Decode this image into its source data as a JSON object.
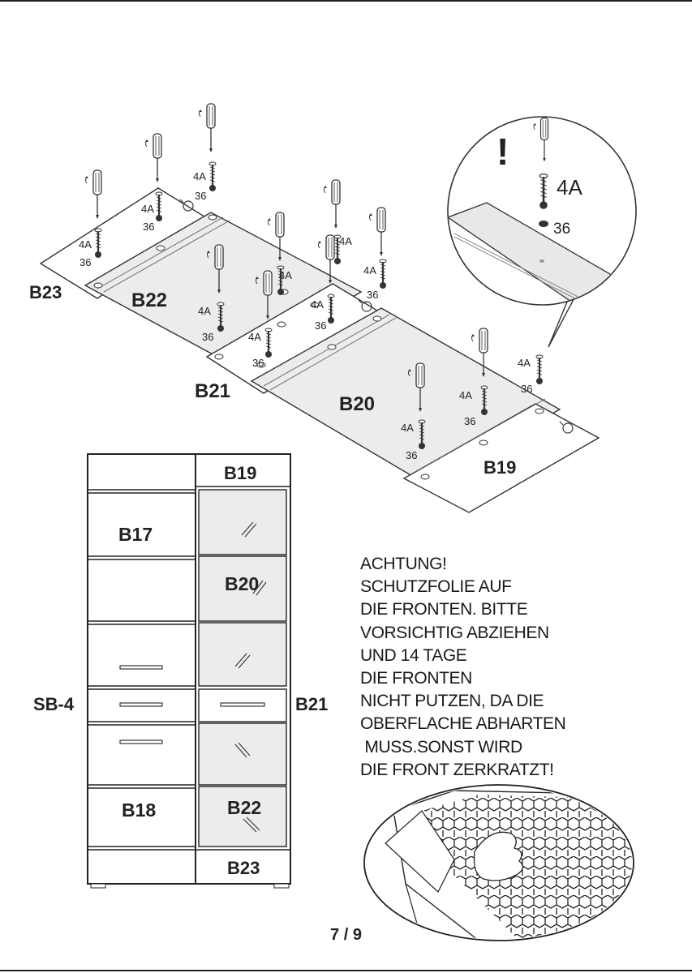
{
  "panels": {
    "b23": "B23",
    "b22": "B22",
    "b21": "B21",
    "b20": "B20",
    "b19": "B19"
  },
  "hardware": {
    "screw": "4A",
    "cap": "36"
  },
  "detail": {
    "exclamation": "!",
    "screw": "4A",
    "cap": "36"
  },
  "cabinet": {
    "b19": "B19",
    "b17": "B17",
    "b20": "B20",
    "sb4": "SB-4",
    "b21": "B21",
    "b18": "B18",
    "b22": "B22",
    "b23": "B23"
  },
  "warning": {
    "lines": [
      "ACHTUNG!",
      "SCHUTZFOLIE AUF",
      "DIE FRONTEN. BITTE",
      "VORSICHTIG ABZIEHEN",
      "UND 14 TAGE",
      "DIE FRONTEN",
      "NICHT PUTZEN, DA DIE",
      "OBERFLACHE ABHARTEN",
      " MUSS.SONST WIRD",
      "DIE FRONT ZERKRATZT!"
    ]
  },
  "page": {
    "number": "7 / 9"
  }
}
